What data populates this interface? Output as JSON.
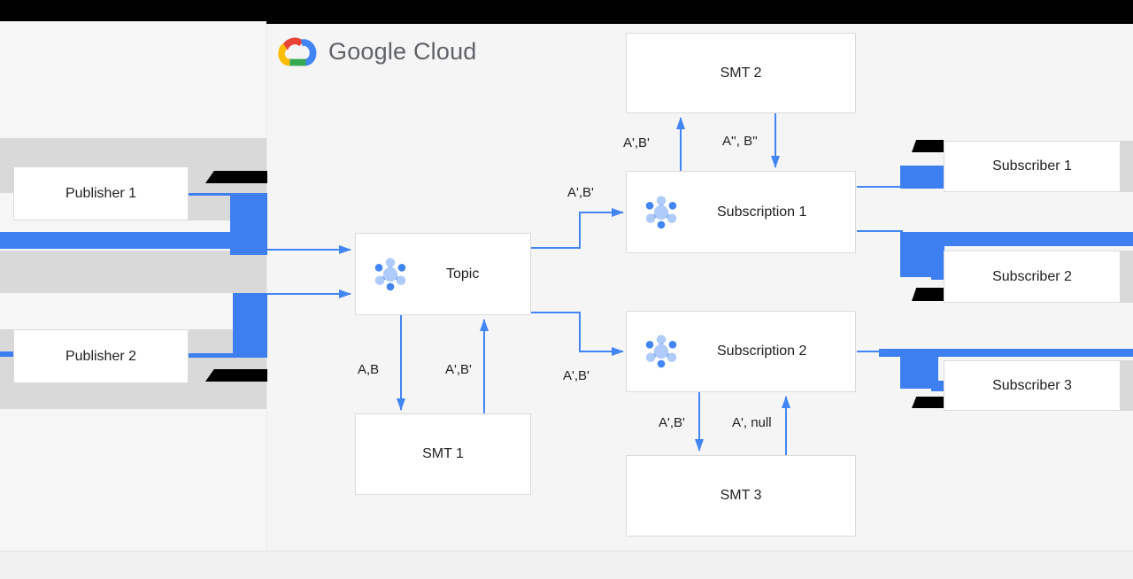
{
  "logo": {
    "text": "Google Cloud"
  },
  "nodes": {
    "publisher1": "Publisher 1",
    "publisher2": "Publisher 2",
    "topic": "Topic",
    "smt1": "SMT 1",
    "smt2": "SMT 2",
    "smt3": "SMT 3",
    "subscription1": "Subscription 1",
    "subscription2": "Subscription 2",
    "subscriber1": "Subscriber 1",
    "subscriber2": "Subscriber 2",
    "subscriber3": "Subscriber 3"
  },
  "edge_labels": {
    "topic_to_smt1": "A,B",
    "smt1_to_topic": "A',B'",
    "topic_to_subscription1": "A',B'",
    "topic_to_subscription2": "A',B'",
    "subscription1_to_smt2": "A',B'",
    "smt2_to_subscription1": "A'', B''",
    "subscription2_to_smt3": "A',B'",
    "smt3_to_subscription2": "A', null"
  },
  "colors": {
    "arrow_blue": "#4285f4",
    "thick_marker_blue": "#3d7ff0",
    "gray_band": "#d9d9d9",
    "redaction_black": "#000000",
    "icon_light_blue": "#aecbfa",
    "icon_dark_blue": "#4285f4",
    "logo_text_gray": "#5f6368"
  }
}
